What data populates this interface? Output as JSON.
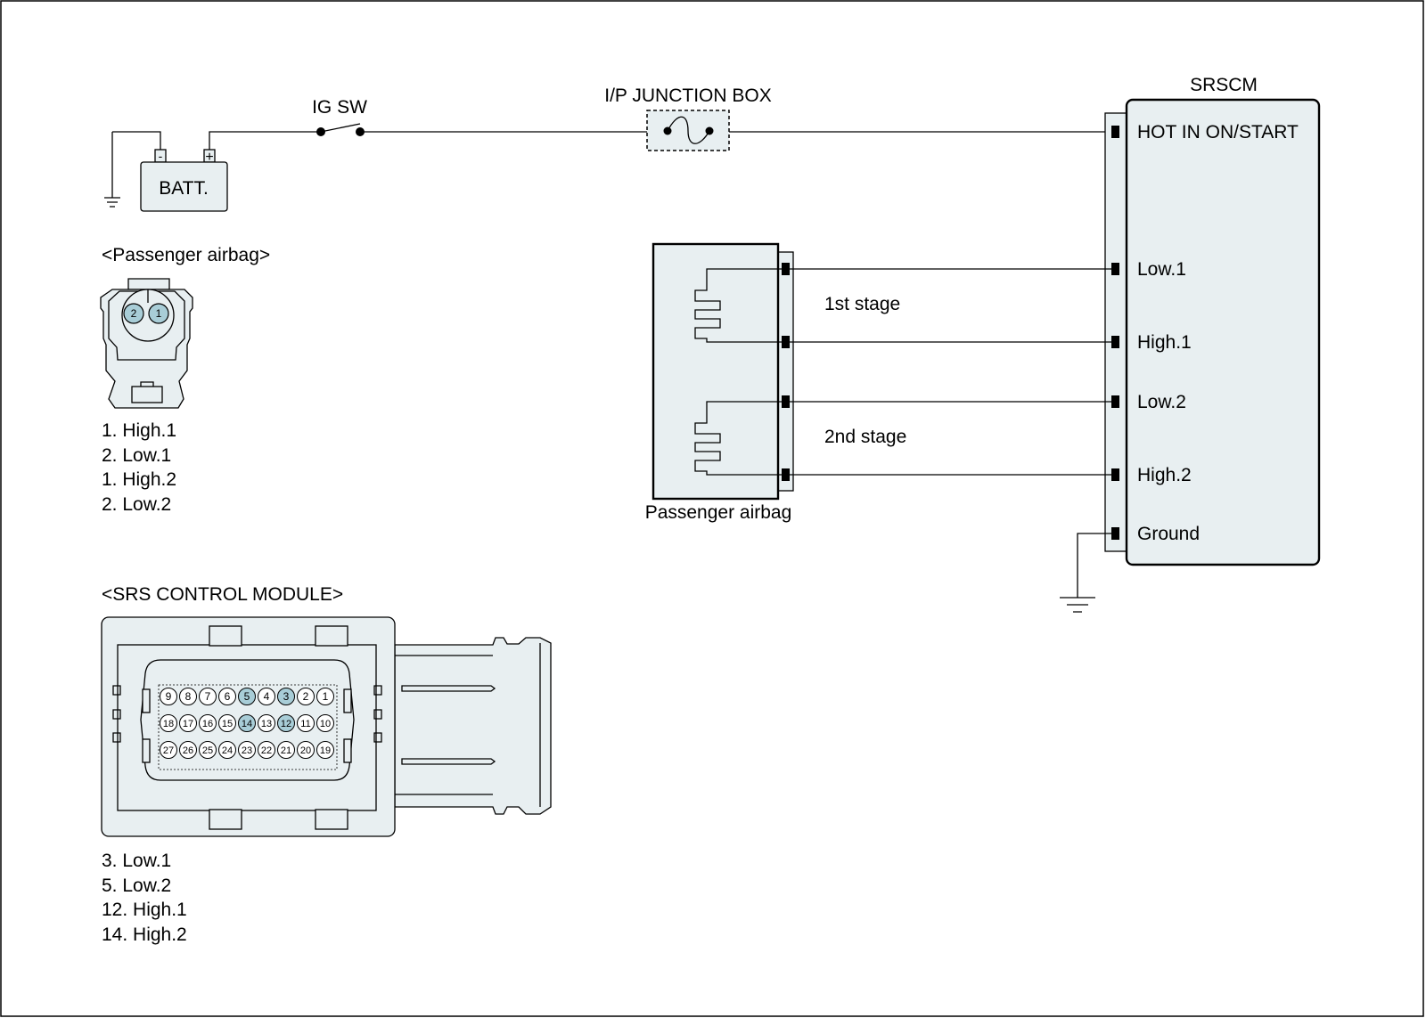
{
  "colors": {
    "fill": "#e8eff1",
    "highlight": "#a8cdd7",
    "line": "#000000",
    "background": "#ffffff"
  },
  "top": {
    "ig_sw": "IG SW",
    "junction_box": "I/P JUNCTION BOX",
    "battery": "BATT.",
    "batt_minus": "-",
    "batt_plus": "+"
  },
  "srscm": {
    "title": "SRSCM",
    "pins": [
      "HOT IN ON/START",
      "Low.1",
      "High.1",
      "Low.2",
      "High.2",
      "Ground"
    ]
  },
  "airbag_circuit": {
    "stage1": "1st stage",
    "stage2": "2nd stage",
    "label": "Passenger airbag"
  },
  "airbag_connector": {
    "title": "<Passenger airbag>",
    "pin_left": "2",
    "pin_right": "1",
    "legend": [
      "1. High.1",
      "2. Low.1",
      "1. High.2",
      "2. Low.2"
    ]
  },
  "module_connector": {
    "title": "<SRS CONTROL MODULE>",
    "rows": [
      [
        "9",
        "8",
        "7",
        "6",
        "5",
        "4",
        "3",
        "2",
        "1"
      ],
      [
        "18",
        "17",
        "16",
        "15",
        "14",
        "13",
        "12",
        "11",
        "10"
      ],
      [
        "27",
        "26",
        "25",
        "24",
        "23",
        "22",
        "21",
        "20",
        "19"
      ]
    ],
    "highlighted": [
      "5",
      "3",
      "14",
      "12"
    ],
    "legend": [
      "3. Low.1",
      "5. Low.2",
      "12. High.1",
      "14. High.2"
    ]
  }
}
